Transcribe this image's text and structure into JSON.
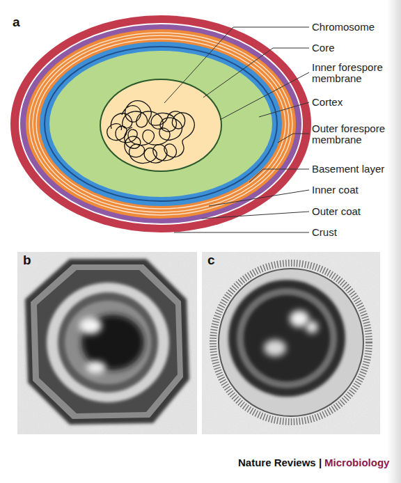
{
  "diagram": {
    "labels": [
      "a",
      "Chromosome",
      "Core",
      "Inner forespore membrane",
      "Cortex",
      "Outer forespore membrane",
      "Basement layer",
      "Inner coat",
      "Outer coat",
      "Crust",
      "b",
      "c",
      "Nature Reviews |",
      "Microbiology"
    ]
  }
}
